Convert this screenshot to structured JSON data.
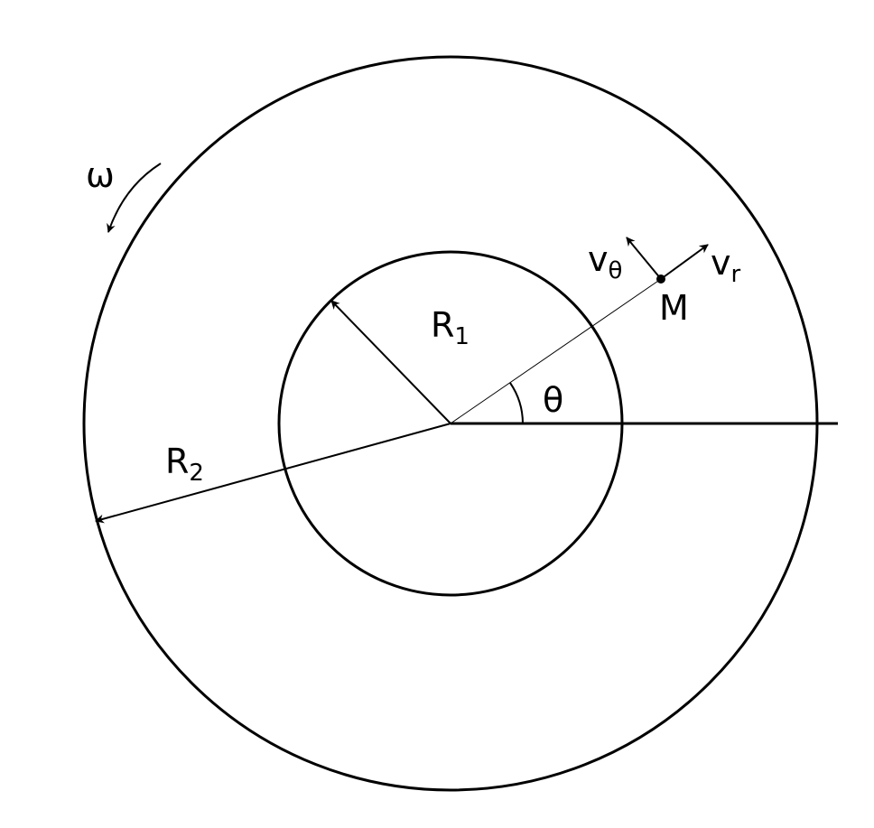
{
  "labels": {
    "omega": "ω",
    "r1_main": "R",
    "r1_sub": "1",
    "r2_main": "R",
    "r2_sub": "2",
    "theta": "θ",
    "point": "M",
    "v_theta_main": "v",
    "v_theta_sub": "θ",
    "v_r_main": "v",
    "v_r_sub": "r"
  },
  "colors": {
    "stroke": "#000000",
    "background": "#ffffff"
  }
}
